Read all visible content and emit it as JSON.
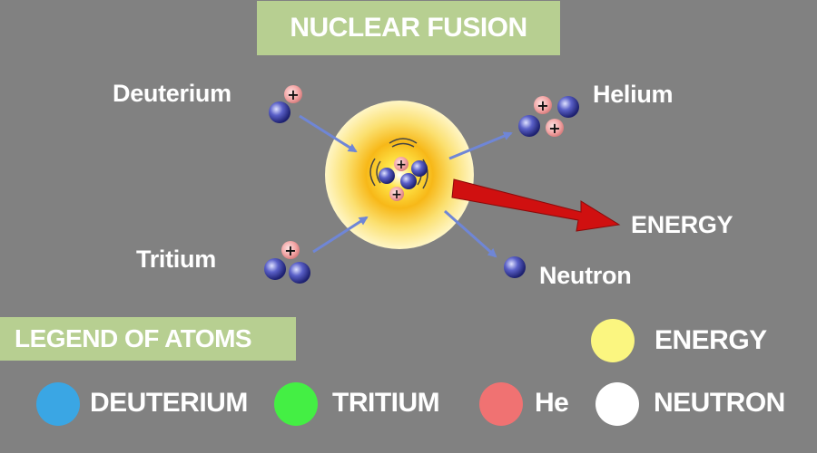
{
  "title": "NUCLEAR FUSION",
  "labels": {
    "deuterium": "Deuterium",
    "tritium": "Tritium",
    "helium": "Helium",
    "neutron": "Neutron",
    "energy": "ENERGY"
  },
  "proton_symbol": "+",
  "legend": {
    "title": "LEGEND OF ATOMS",
    "items": [
      {
        "label": "DEUTERIUM",
        "color": "#3aa6e4"
      },
      {
        "label": "TRITIUM",
        "color": "#44ef44"
      },
      {
        "label": "He",
        "color": "#f07272"
      },
      {
        "label": "NEUTRON",
        "color": "#ffffff"
      },
      {
        "label": "ENERGY",
        "color": "#fbf680"
      }
    ]
  },
  "colors": {
    "background": "#818181",
    "header_bg": "#b7cf91",
    "arrow_blue": "#6f86d6",
    "energy_arrow": "#d01010",
    "proton": "#f0a0a0",
    "neutron_particle": "#3b3fa0"
  }
}
